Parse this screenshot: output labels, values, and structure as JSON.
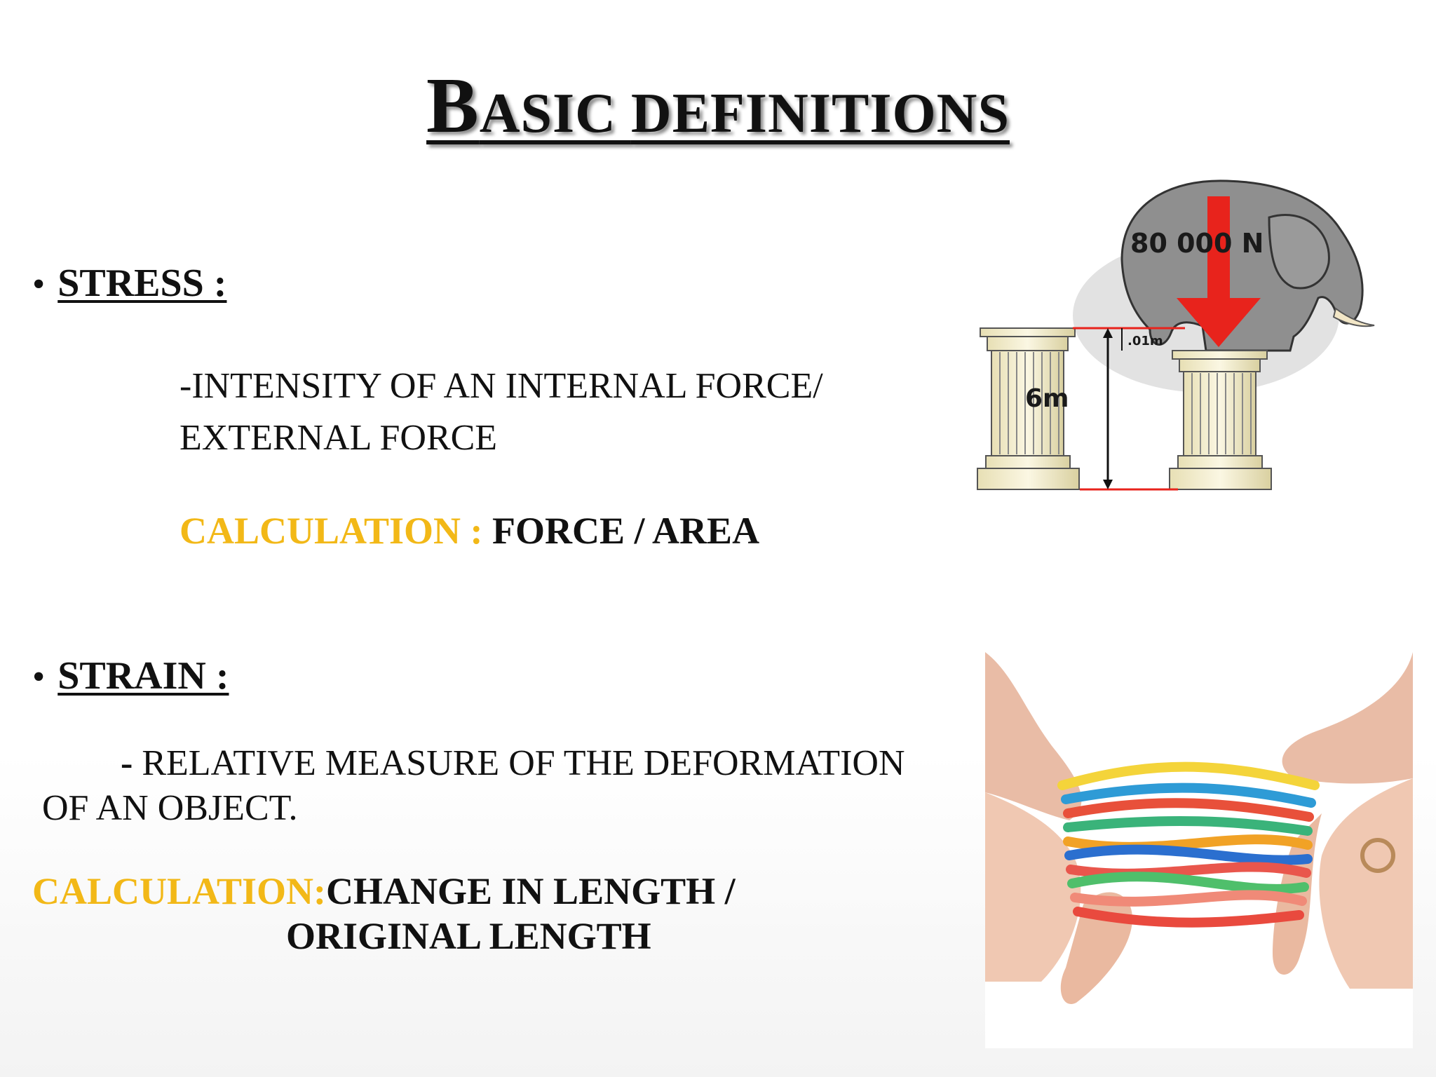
{
  "title": {
    "first_letter": "B",
    "rest_first": "ASIC ",
    "second": "DEFINITIONS"
  },
  "stress": {
    "bullet": "•",
    "label": "STRESS :",
    "line1": "-INTENSITY OF AN INTERNAL FORCE/",
    "line2": "EXTERNAL FORCE",
    "calc_label": "CALCULATION : ",
    "calc_value": "FORCE / AREA",
    "image": {
      "force_label": "80 000 N",
      "height_label": "6m",
      "gap_label": ".01m"
    }
  },
  "strain": {
    "bullet": "•",
    "label": "STRAIN :",
    "line1_dash": "- ",
    "line1": "RELATIVE  MEASURE OF THE DEFORMATION",
    "line2": "OF AN OBJECT.",
    "calc_label": "CALCULATION:",
    "calc_value1": "CHANGE IN LENGTH /",
    "calc_value2": "ORIGINAL  LENGTH"
  },
  "colors": {
    "accent": "#f2b817",
    "arrow": "#e8231c",
    "elephant": "#8a8a8a",
    "pillar": "#f4efcf"
  }
}
